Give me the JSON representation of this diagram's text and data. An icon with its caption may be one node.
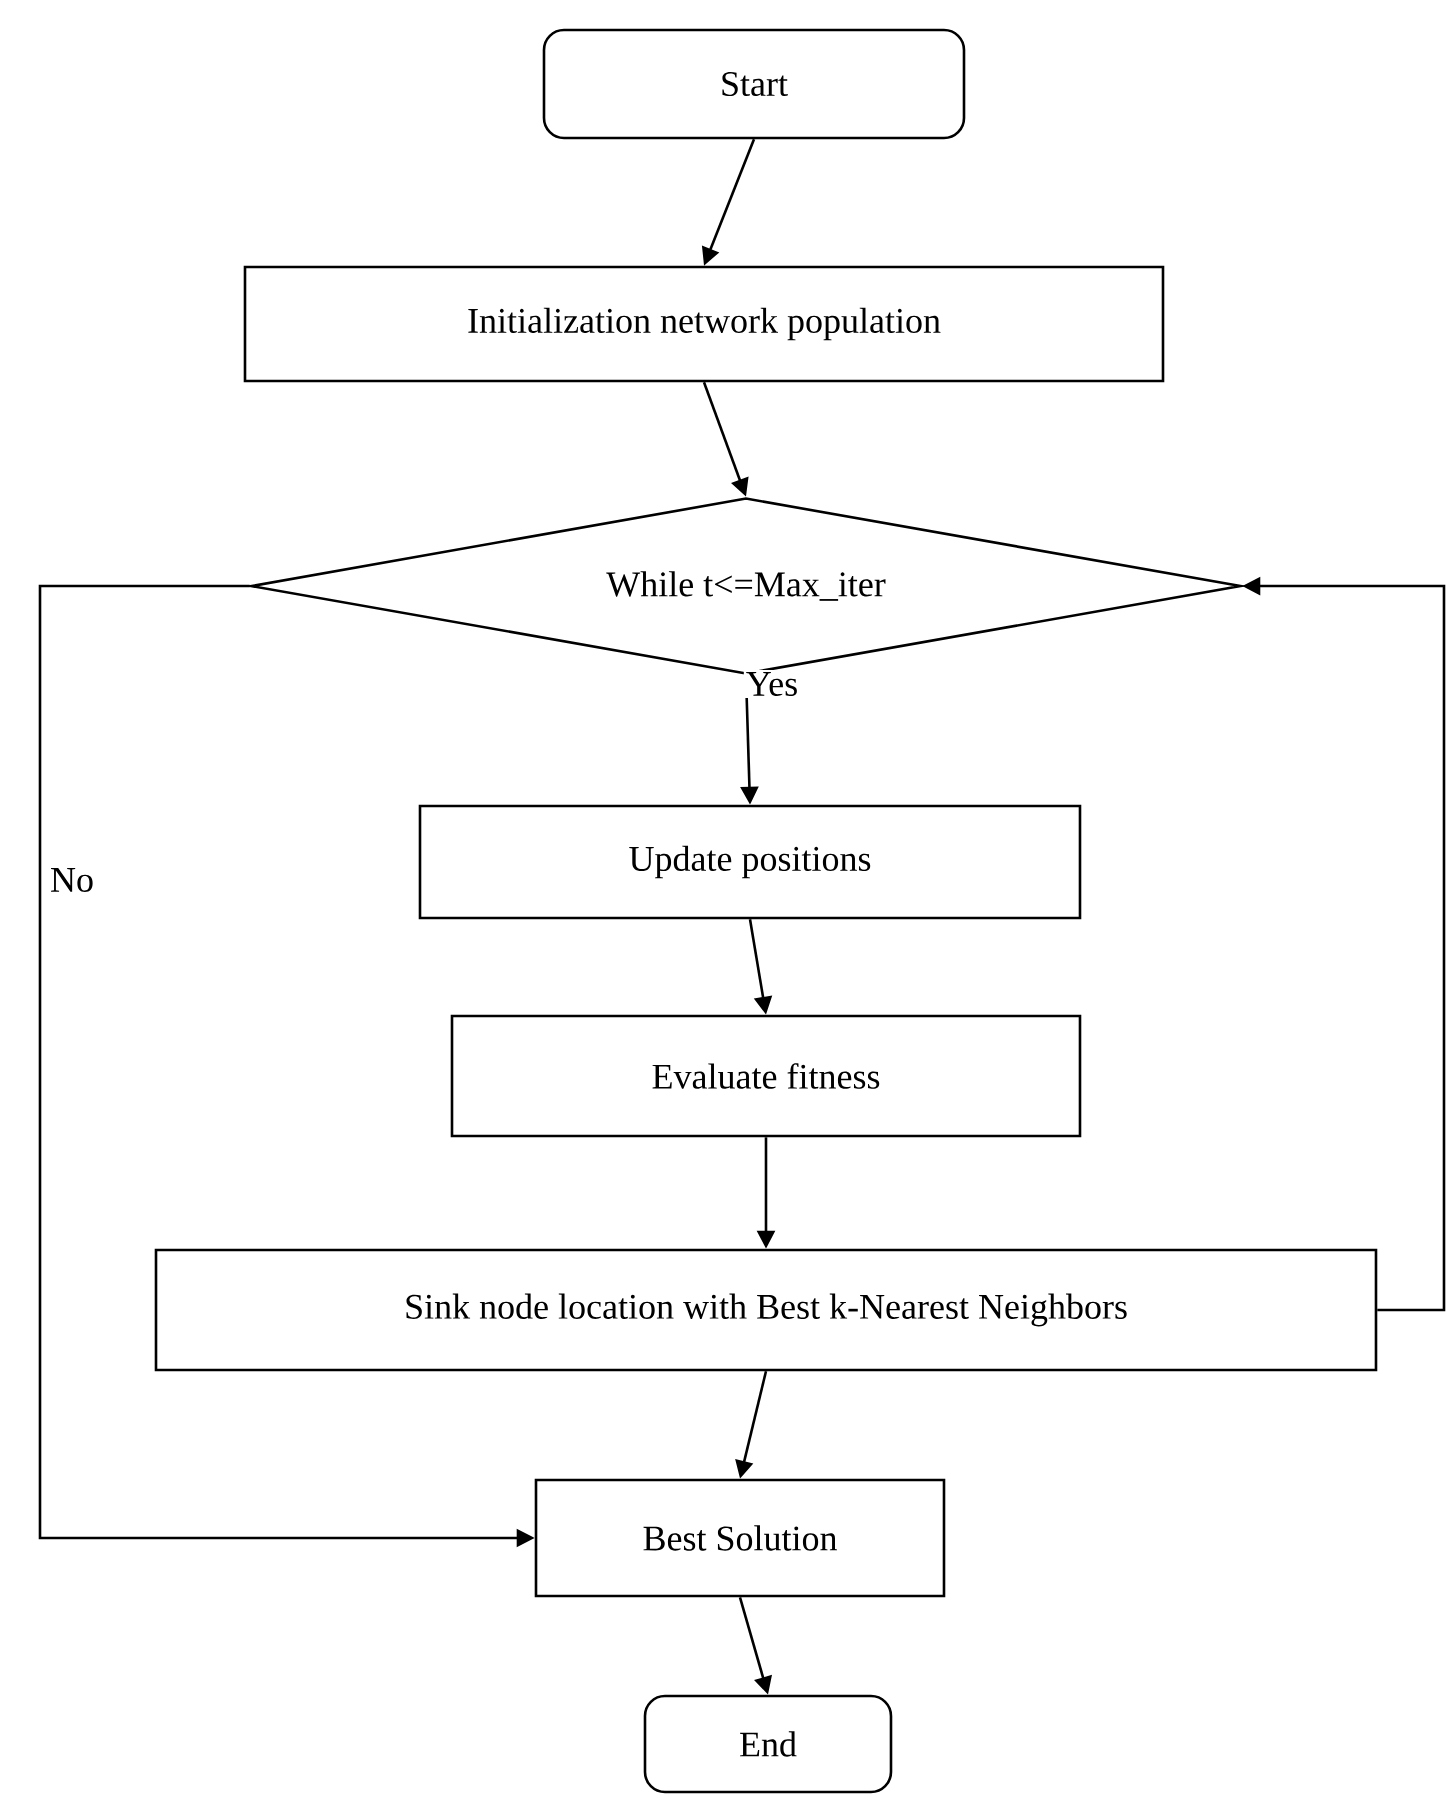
{
  "diagram": {
    "nodes": [
      {
        "text": [
          "Start"
        ]
      },
      {
        "text": [
          "Initialization network population"
        ]
      },
      {
        "text": [
          "While t<=Max_iter"
        ]
      },
      {
        "text": [
          "Update positions"
        ]
      },
      {
        "text": [
          "Evaluate fitness"
        ]
      },
      {
        "text": [
          "Sink node location with Best k-Nearest Neighbors"
        ]
      },
      {
        "text": [
          "Best Solution"
        ]
      },
      {
        "text": [
          "End"
        ]
      }
    ],
    "edges": [
      {
        "from": 0,
        "to": 1,
        "arrow": "to"
      },
      {
        "from": 1,
        "to": 2,
        "arrow": "to"
      },
      {
        "from": 2,
        "to": 3,
        "arrow": "to",
        "label": "Yes"
      },
      {
        "from": 3,
        "to": 4,
        "arrow": "to"
      },
      {
        "from": 4,
        "to": 5,
        "arrow": "to"
      },
      {
        "from": 5,
        "to": 2,
        "arrow": "to"
      },
      {
        "from": 5,
        "to": 6,
        "arrow": "to"
      },
      {
        "from": 2,
        "to": 6,
        "arrow": "to",
        "label": "No"
      },
      {
        "from": 6,
        "to": 7,
        "arrow": "to"
      }
    ]
  }
}
